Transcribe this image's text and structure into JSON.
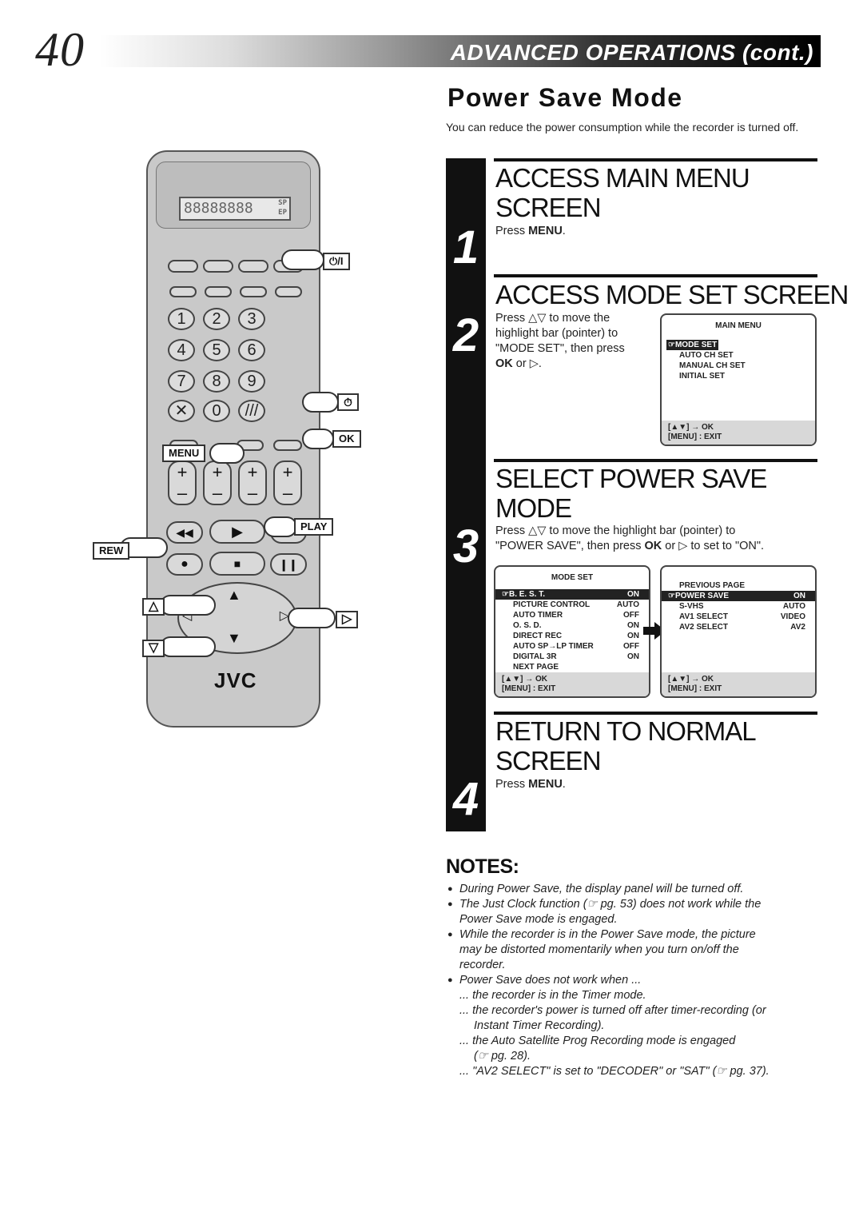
{
  "header": {
    "page_number": "40",
    "title": "ADVANCED OPERATIONS (cont.)"
  },
  "section": {
    "title": "Power Save Mode",
    "intro": "You can reduce the power consumption while the recorder is turned off."
  },
  "steps": [
    {
      "number": "1",
      "heading_line1": "ACCESS MAIN MENU",
      "heading_line2": "SCREEN",
      "text_pre": "Press ",
      "text_bold": "MENU",
      "text_post": "."
    },
    {
      "number": "2",
      "heading": "ACCESS MODE SET SCREEN",
      "text_l1": "Press △▽ to move the",
      "text_l2": "highlight bar (pointer) to",
      "text_l3": "\"MODE SET\", then press",
      "text_bold": "OK",
      "text_post": " or ▷."
    },
    {
      "number": "3",
      "heading_line1": "SELECT POWER SAVE",
      "heading_line2": "MODE",
      "text_l1": "Press △▽ to move the highlight bar (pointer) to",
      "text_l2_pre": "\"POWER SAVE\", then press ",
      "text_bold": "OK",
      "text_l2_post": " or ▷ to set to \"ON\"."
    },
    {
      "number": "4",
      "heading_line1": "RETURN TO NORMAL",
      "heading_line2": "SCREEN",
      "text_pre": "Press ",
      "text_bold": "MENU",
      "text_post": "."
    }
  ],
  "osd_main_menu": {
    "title": "MAIN MENU",
    "items": [
      "MODE SET",
      "AUTO CH SET",
      "MANUAL CH SET",
      "INITIAL SET"
    ],
    "footer_nav": "[▲▼] → OK",
    "footer_exit": "[MENU] : EXIT"
  },
  "osd_mode_set": {
    "title": "MODE SET",
    "rows": [
      {
        "label": "B. E. S. T.",
        "value": "ON"
      },
      {
        "label": "PICTURE CONTROL",
        "value": "AUTO"
      },
      {
        "label": "AUTO TIMER",
        "value": "OFF"
      },
      {
        "label": "O. S. D.",
        "value": "ON"
      },
      {
        "label": "DIRECT REC",
        "value": "ON"
      },
      {
        "label": "AUTO SP→LP TIMER",
        "value": "OFF"
      },
      {
        "label": "DIGITAL 3R",
        "value": "ON"
      },
      {
        "label": "NEXT PAGE",
        "value": ""
      }
    ],
    "footer_nav": "[▲▼] → OK",
    "footer_exit": "[MENU] : EXIT"
  },
  "osd_mode_set_page2": {
    "title": "PREVIOUS PAGE",
    "rows": [
      {
        "label": "POWER SAVE",
        "value": "ON"
      },
      {
        "label": "S-VHS",
        "value": "AUTO"
      },
      {
        "label": "AV1 SELECT",
        "value": "VIDEO"
      },
      {
        "label": "AV2 SELECT",
        "value": "AV2"
      }
    ],
    "footer_nav": "[▲▼] → OK",
    "footer_exit": "[MENU] : EXIT"
  },
  "notes": {
    "title": "NOTES:",
    "items": [
      "During Power Save, the display panel will be turned off.",
      "The Just Clock function (☞ pg. 53) does not work while the",
      "Power Save mode is engaged.",
      "While the recorder is in the Power Save mode, the picture",
      "may be distorted momentarily when you turn on/off the",
      "recorder.",
      "Power Save does not work when ...",
      "... the recorder is in the Timer mode.",
      "... the recorder's power is turned off after timer-recording (or",
      "Instant Timer Recording).",
      "... the Auto Satellite Prog Recording mode is engaged",
      "(☞ pg. 28).",
      "... \"AV2 SELECT\" is set to \"DECODER\" or \"SAT\" (☞ pg. 37)."
    ]
  },
  "remote": {
    "lcd": "88888888",
    "lcd_sp": "SP",
    "lcd_ep": "EP",
    "brand": "JVC",
    "labels": {
      "power": "⏻/I",
      "ok": "OK",
      "menu": "MENU",
      "play": "PLAY",
      "rew": "REW",
      "up": "△",
      "down": "▽",
      "right": "▷"
    },
    "keys": [
      "1",
      "2",
      "3",
      "4",
      "5",
      "6",
      "7",
      "8",
      "9",
      "0"
    ]
  }
}
